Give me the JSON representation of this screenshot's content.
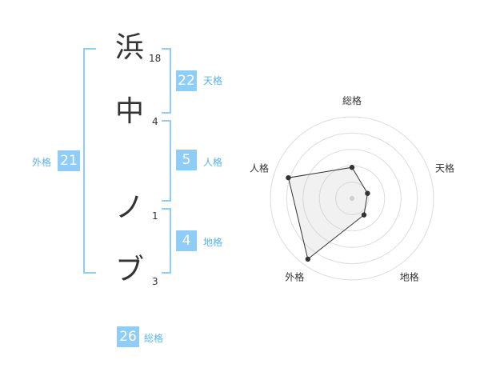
{
  "name": {
    "chars": [
      {
        "char": "浜",
        "strokes": "18"
      },
      {
        "char": "中",
        "strokes": "4"
      },
      {
        "char": "ノ",
        "strokes": "1"
      },
      {
        "char": "ブ",
        "strokes": "3"
      }
    ]
  },
  "fortune": {
    "tenkaku": {
      "value": "22",
      "label": "天格"
    },
    "jinkaku": {
      "value": "5",
      "label": "人格"
    },
    "chikaku": {
      "value": "4",
      "label": "地格"
    },
    "gaikaku": {
      "value": "21",
      "label": "外格"
    },
    "soukaku": {
      "value": "26",
      "label": "総格"
    }
  },
  "colors": {
    "accent": "#8fcdf7",
    "label": "#5ab4ea"
  },
  "chart_data": {
    "type": "radar",
    "axes": [
      "総格",
      "天格",
      "地格",
      "外格",
      "人格"
    ],
    "values": [
      0.38,
      0.2,
      0.25,
      0.92,
      0.82
    ],
    "range": [
      0,
      1
    ],
    "rings": 5
  }
}
